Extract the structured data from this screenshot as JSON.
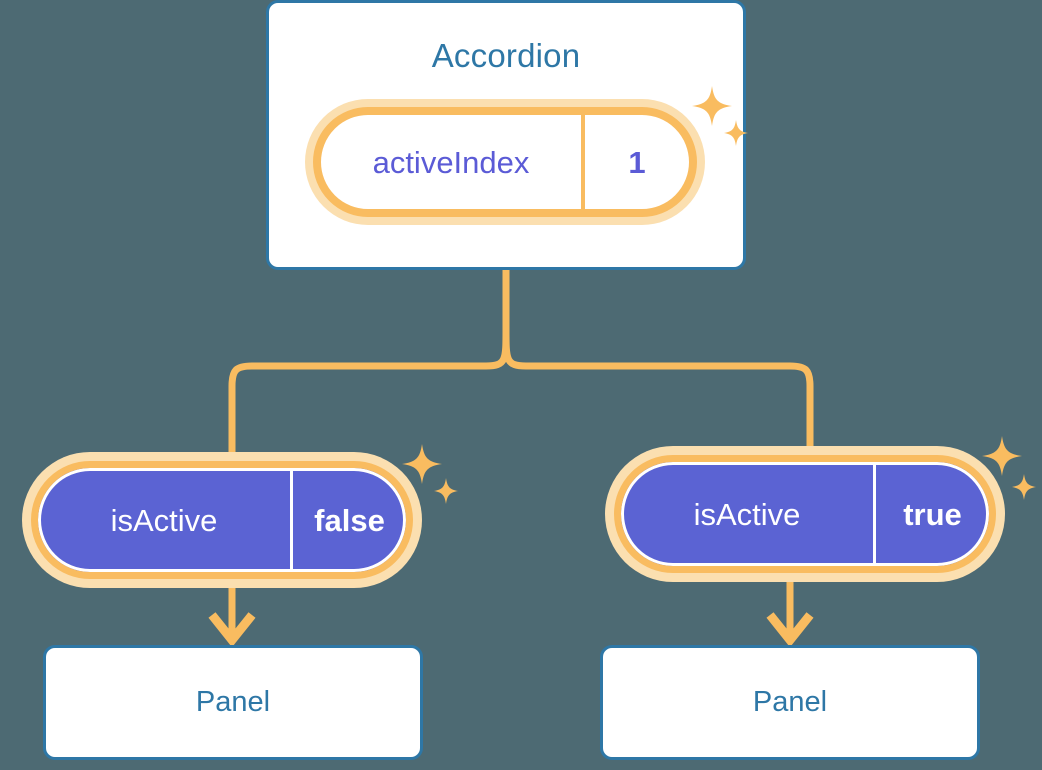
{
  "diagram": {
    "title_root": "Accordion",
    "background_color": "#4d6a73",
    "accent_orange": "#f9bc60",
    "accent_orange_pale": "#fbdfb0",
    "accent_blue": "#2e77a6",
    "accent_purple": "#5b63d3",
    "value_text_purple": "#5b5bd6"
  },
  "root": {
    "title": "Accordion",
    "state": {
      "key": "activeIndex",
      "value": "1"
    }
  },
  "children": [
    {
      "side": "left",
      "state": {
        "key": "isActive",
        "value": "false"
      },
      "panel_label": "Panel"
    },
    {
      "side": "right",
      "state": {
        "key": "isActive",
        "value": "true"
      },
      "panel_label": "Panel"
    }
  ],
  "icons": {
    "sparkle": "sparkle-icon",
    "arrow_down": "arrow-down-icon",
    "tree_branch": "tree-branch-connector"
  }
}
